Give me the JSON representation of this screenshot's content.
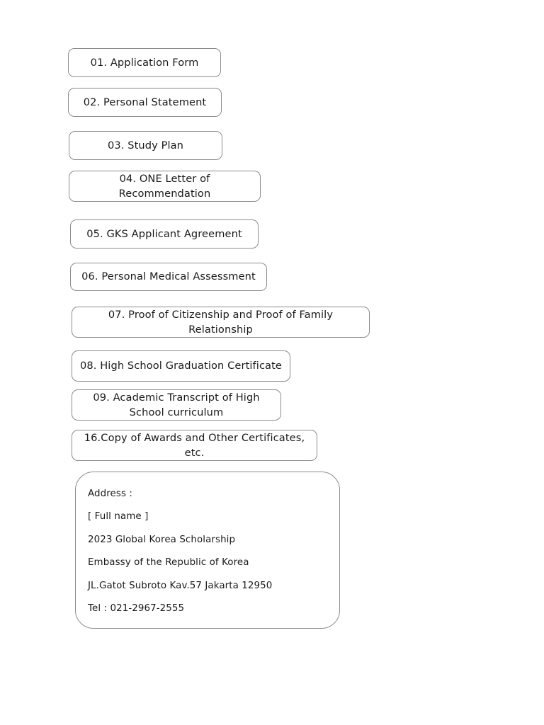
{
  "page": {
    "background_color": "#ffffff",
    "text_color": "#1a1a1a",
    "border_color": "#8c8c8c"
  },
  "checklist": {
    "items": [
      {
        "label": "01. Application Form"
      },
      {
        "label": "02. Personal Statement"
      },
      {
        "label": "03. Study Plan"
      },
      {
        "label": "04. ONE Letter of Recommendation"
      },
      {
        "label": "05. GKS Applicant Agreement"
      },
      {
        "label": "06. Personal Medical Assessment"
      },
      {
        "label": "07. Proof of Citizenship and Proof of Family Relationship"
      },
      {
        "label": "08. High School Graduation Certificate"
      },
      {
        "label": "09. Academic Transcript of High School curriculum"
      },
      {
        "label": "16.Copy of Awards and Other Certificates, etc."
      }
    ]
  },
  "address_card": {
    "lines": [
      "Address :",
      "[ Full name ]",
      "2023 Global Korea Scholarship",
      "Embassy of the Republic of Korea",
      "JL.Gatot Subroto Kav.57 Jakarta 12950",
      "Tel : 021-2967-2555"
    ]
  }
}
